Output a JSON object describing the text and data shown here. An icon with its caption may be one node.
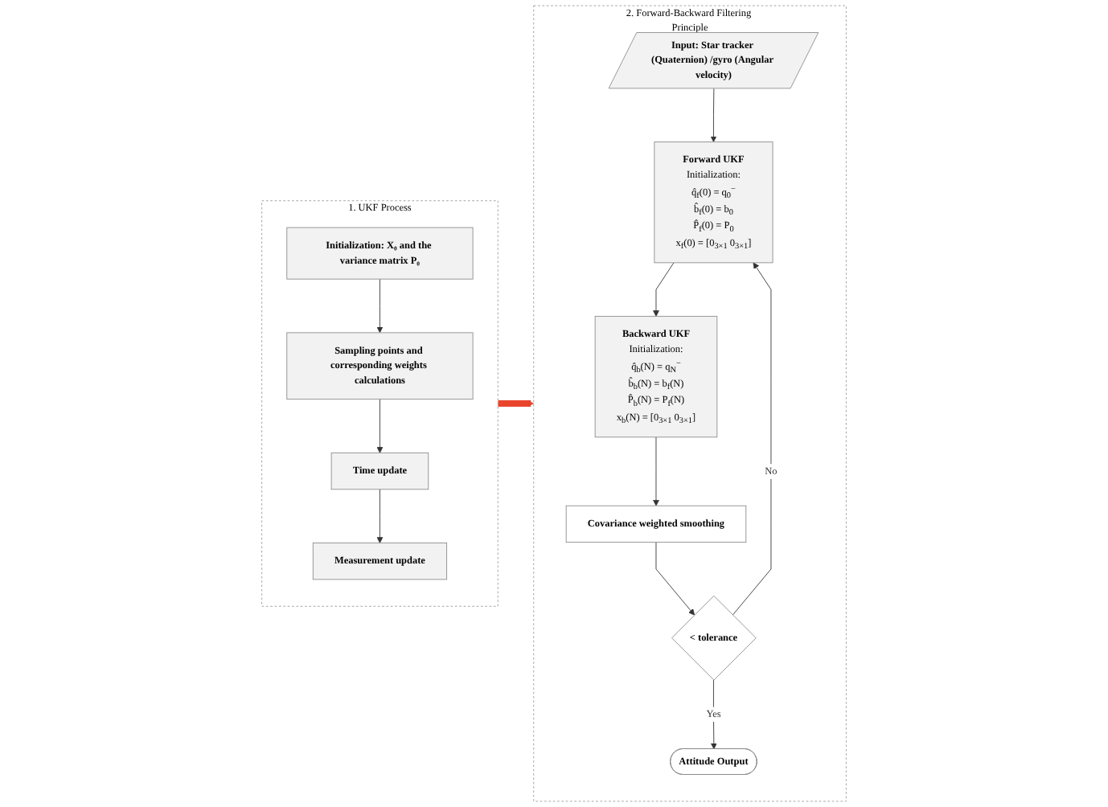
{
  "diagram": {
    "nodes": [
      {
        "text": [
          "1. UKF Process"
        ]
      },
      {
        "text": [
          "Initialization: X₀ and the variance matrix P₀"
        ],
        "in": 0
      },
      {
        "text": [
          "Sampling points and corresponding weights calculations"
        ],
        "in": 0
      },
      {
        "text": [
          "Time update"
        ],
        "in": 0
      },
      {
        "text": [
          "Measurement update"
        ],
        "in": 0
      },
      {
        "text": [
          "2. Forward-Backward Filtering Principle"
        ]
      },
      {
        "text": [
          "Input: Star tracker (Quaternion) /gyro (Angular velocity)"
        ],
        "in": 5
      },
      {
        "text": [
          "Forward UKF",
          "Initialization:",
          "q̂$_{f}$(0) = q$_{0}$$^{−}$",
          "b̂$_{f}$(0) = b$_{0}$",
          "P̂$_{f}$(0) = P$_{0}$",
          "x$_{f}$(0) = [0$_{3×1}$ 0$_{3×1}$]"
        ],
        "in": 5
      },
      {
        "text": [
          "Backward UKF",
          "Initialization:",
          "q̂$_{b}$(N) = q$_{N}$$^{−}$",
          "b̂$_{b}$(N) = b$_{f}$(N)",
          "P̂$_{b}$(N) = P$_{f}$(N)",
          "x$_{b}$(N) = [0$_{3×1}$ 0$_{3×1}$]"
        ],
        "in": 5
      },
      {
        "text": [
          "Covariance weighted smoothing"
        ],
        "in": 5
      },
      {
        "text": [
          "< tolerance"
        ],
        "in": 5
      },
      {
        "text": [
          "Attitude Output"
        ],
        "in": 5
      }
    ],
    "edges": [
      {
        "from": 1,
        "to": 2,
        "arrow": "to"
      },
      {
        "from": 2,
        "to": 3,
        "arrow": "to"
      },
      {
        "from": 3,
        "to": 4,
        "arrow": "to"
      },
      {
        "from": 0,
        "to": 5,
        "arrow": "to",
        "style": "thick",
        "color": "#e8452c"
      },
      {
        "from": 6,
        "to": 7,
        "arrow": "to"
      },
      {
        "from": 7,
        "to": 8,
        "arrow": "to"
      },
      {
        "from": 8,
        "to": 9,
        "arrow": "to"
      },
      {
        "from": 9,
        "to": 10,
        "arrow": "to"
      },
      {
        "from": 10,
        "to": 7,
        "arrow": "to",
        "label": "No"
      },
      {
        "from": 10,
        "to": 11,
        "arrow": "to",
        "label": "Yes"
      }
    ]
  }
}
